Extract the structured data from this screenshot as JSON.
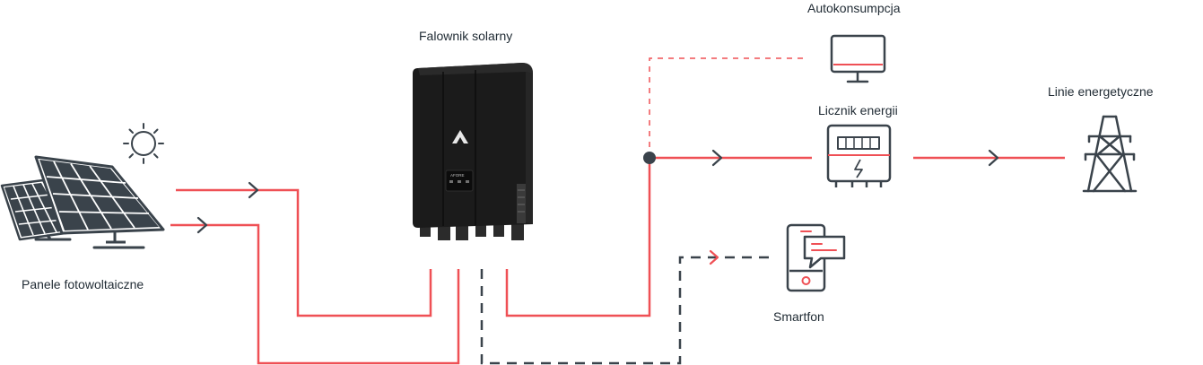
{
  "labels": {
    "panels": "Panele fotowoltaiczne",
    "inverter": "Falownik solarny",
    "self_consumption": "Autokonsumpcja",
    "energy_meter": "Licznik energii",
    "power_lines": "Linie energetyczne",
    "smartphone": "Smartfon"
  },
  "inverter_brand": "AFORE",
  "colors": {
    "power_line": "#ef5055",
    "data_line": "#3a434b",
    "icon": "#3a434b",
    "accent": "#ef5055",
    "inverter_body": "#1b1b1b"
  },
  "icons": {
    "sun": "sun-icon",
    "panels": "solar-panels-icon",
    "inverter": "inverter-icon",
    "monitor": "monitor-icon",
    "meter": "energy-meter-icon",
    "pylon": "power-pylon-icon",
    "phone": "smartphone-icon"
  }
}
